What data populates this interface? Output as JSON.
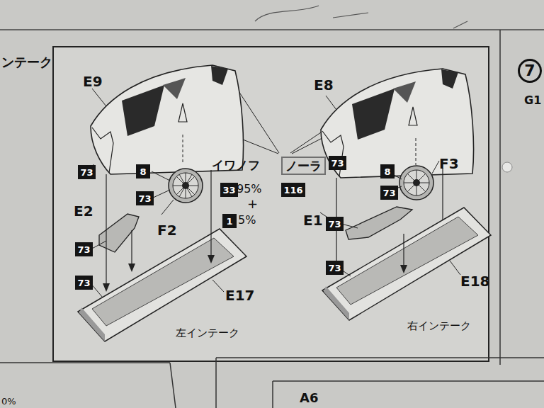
{
  "diagram": {
    "nodes": [
      {
        "text": [
          "7"
        ]
      },
      {
        "text": [
          "73"
        ]
      },
      {
        "text": [
          "8"
        ]
      },
      {
        "text": [
          "ノーラ"
        ]
      },
      {
        "text": [
          "73"
        ]
      },
      {
        "text": [
          "8"
        ]
      },
      {
        "text": [
          "33"
        ]
      },
      {
        "text": [
          "116"
        ]
      },
      {
        "text": [
          "73"
        ]
      },
      {
        "text": [
          "73"
        ]
      },
      {
        "text": [
          "1"
        ]
      },
      {
        "text": [
          "73"
        ]
      },
      {
        "text": [
          "73"
        ]
      },
      {
        "text": [
          "73"
        ]
      },
      {
        "text": [
          "73"
        ]
      }
    ],
    "labels": [
      "ンテーク",
      "E9",
      "E8",
      "G1",
      "イワノフ",
      "95%",
      "F3",
      "+",
      "E2",
      "F2",
      "5%",
      "E1",
      "E18",
      "E17",
      "右インテーク",
      "左インテーク",
      "A6",
      "0%"
    ]
  }
}
